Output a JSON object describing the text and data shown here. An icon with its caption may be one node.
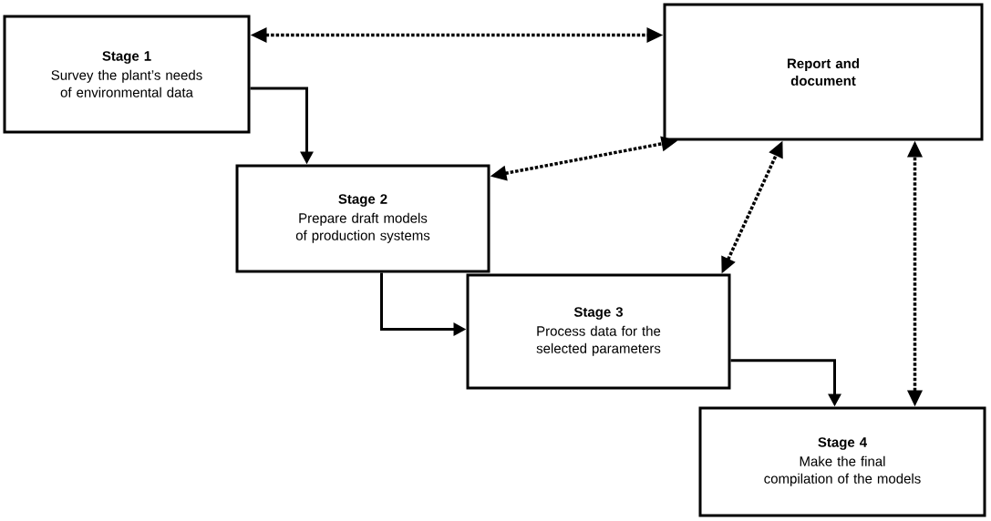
{
  "diagram": {
    "nodes": [
      {
        "text": [
          "Stage 1",
          "Survey the plant’s needs of environmental data"
        ]
      },
      {
        "text": [
          "Report and document"
        ]
      },
      {
        "text": [
          "Stage 2",
          "Prepare draft models of production systems"
        ]
      },
      {
        "text": [
          "Stage 3",
          "Process data for the selected parameters"
        ]
      },
      {
        "text": [
          "Stage 4",
          "Make the final compilation of the models"
        ]
      }
    ],
    "edges": [
      {
        "from": 0,
        "to": 2,
        "arrow": "to"
      },
      {
        "from": 2,
        "to": 3,
        "arrow": "to"
      },
      {
        "from": 3,
        "to": 4,
        "arrow": "to"
      },
      {
        "from": 0,
        "to": 1,
        "arrow": "both",
        "style": "dashed"
      },
      {
        "from": 2,
        "to": 1,
        "arrow": "both",
        "style": "dashed"
      },
      {
        "from": 3,
        "to": 1,
        "arrow": "both",
        "style": "dashed"
      },
      {
        "from": 4,
        "to": 1,
        "arrow": "both",
        "style": "dashed"
      }
    ]
  }
}
